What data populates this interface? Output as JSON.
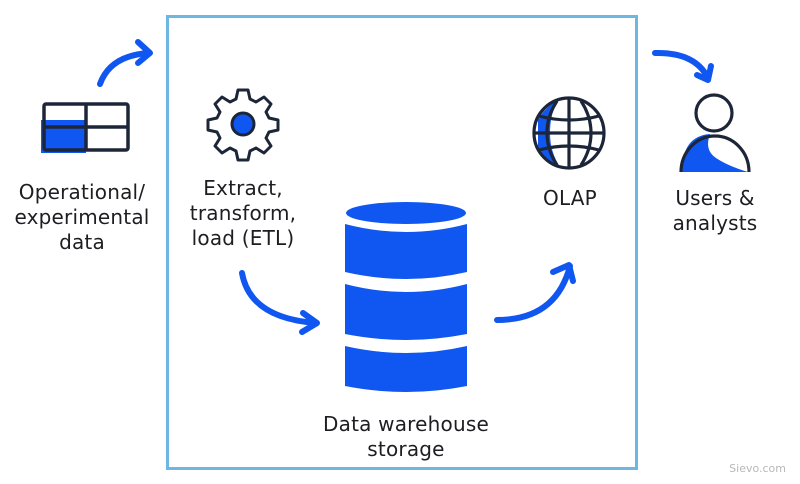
{
  "diagram": {
    "title": "Data warehouse architecture",
    "nodes": [
      {
        "id": "source",
        "icon": "table-icon",
        "label_lines": [
          "Operational/",
          "experimental",
          "data"
        ]
      },
      {
        "id": "etl",
        "icon": "gear-icon",
        "label_lines": [
          "Extract,",
          "transform,",
          "load (ETL)"
        ]
      },
      {
        "id": "storage",
        "icon": "database-icon",
        "label_lines": [
          "Data warehouse",
          "storage"
        ]
      },
      {
        "id": "olap",
        "icon": "globe-icon",
        "label_lines": [
          "OLAP"
        ]
      },
      {
        "id": "users",
        "icon": "user-icon",
        "label_lines": [
          "Users &",
          "analysts"
        ]
      }
    ],
    "edges": [
      {
        "from": "source",
        "to": "etl"
      },
      {
        "from": "etl",
        "to": "storage"
      },
      {
        "from": "storage",
        "to": "olap"
      },
      {
        "from": "olap",
        "to": "users"
      }
    ],
    "group": {
      "name": "data-warehouse-boundary",
      "contains": [
        "etl",
        "storage",
        "olap"
      ]
    }
  },
  "colors": {
    "accent_blue": "#0f57f0",
    "outline_navy": "#1d2638",
    "box_border": "#6cb8e2",
    "text": "#1d1d22"
  },
  "watermark": "Sievo.com"
}
